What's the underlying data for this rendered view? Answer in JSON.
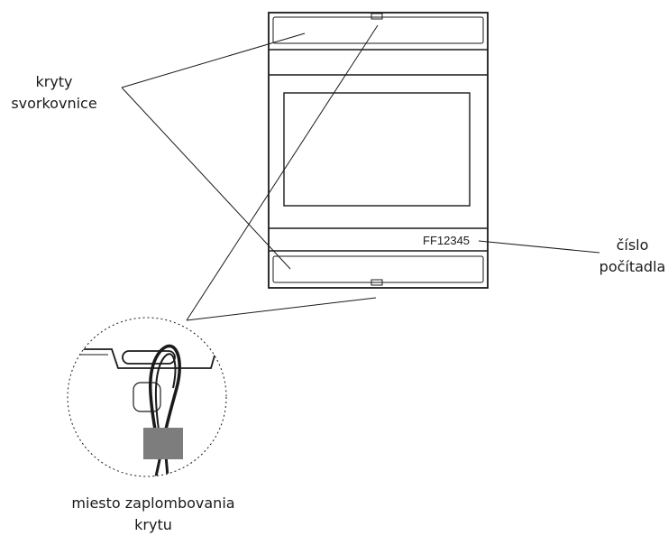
{
  "labels": {
    "terminal_covers_line1": "kryty",
    "terminal_covers_line2": "svorkovnice",
    "meter_number_line1": "číslo",
    "meter_number_line2": "počítadla",
    "seal_location_line1": "miesto zaplombovania",
    "seal_location_line2": "krytu"
  },
  "device": {
    "serial_number": "FF12345"
  }
}
